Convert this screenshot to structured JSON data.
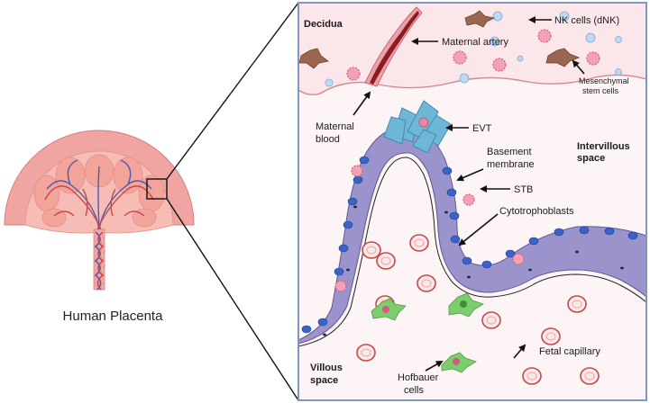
{
  "figure": {
    "placenta_label": "Human Placenta",
    "labels": {
      "decidua": "Decidua",
      "maternal_artery": "Maternal artery",
      "nk_cells": "NK cells (dNK)",
      "mesenchymal_1": "Mesenchymal",
      "mesenchymal_2": "stem cells",
      "maternal_blood_1": "Maternal",
      "maternal_blood_2": "blood",
      "evt": "EVT",
      "intervillous_1": "Intervillous",
      "intervillous_2": "space",
      "basement_1": "Basement",
      "basement_2": "membrane",
      "stb": "STB",
      "cytotrophoblasts": "Cytotrophoblasts",
      "fetal_capillary": "Fetal capillary",
      "hofbauer_1": "Hofbauer",
      "hofbauer_2": "cells",
      "villous_1": "Villous",
      "villous_2": "space"
    }
  },
  "colors": {
    "decidua_bg": "#fbeef0",
    "intervillous_bg": "#fdf4f6",
    "panel_border": "#7f96c4",
    "artery_outer": "#e7a3a8",
    "artery_inner": "#8e1b22",
    "uterine_wall": "#f0a5a3",
    "placenta_body": "#f6bdb6",
    "villi_purple": "#9b94cc",
    "nucleus_blue": "#3a62c7",
    "evt_blue": "#6eb7d6",
    "nk_pink": "#d85a7a",
    "msc_brown": "#9a6650",
    "rbc_red": "#d25555",
    "hofbauer_green": "#7ccd6e"
  }
}
